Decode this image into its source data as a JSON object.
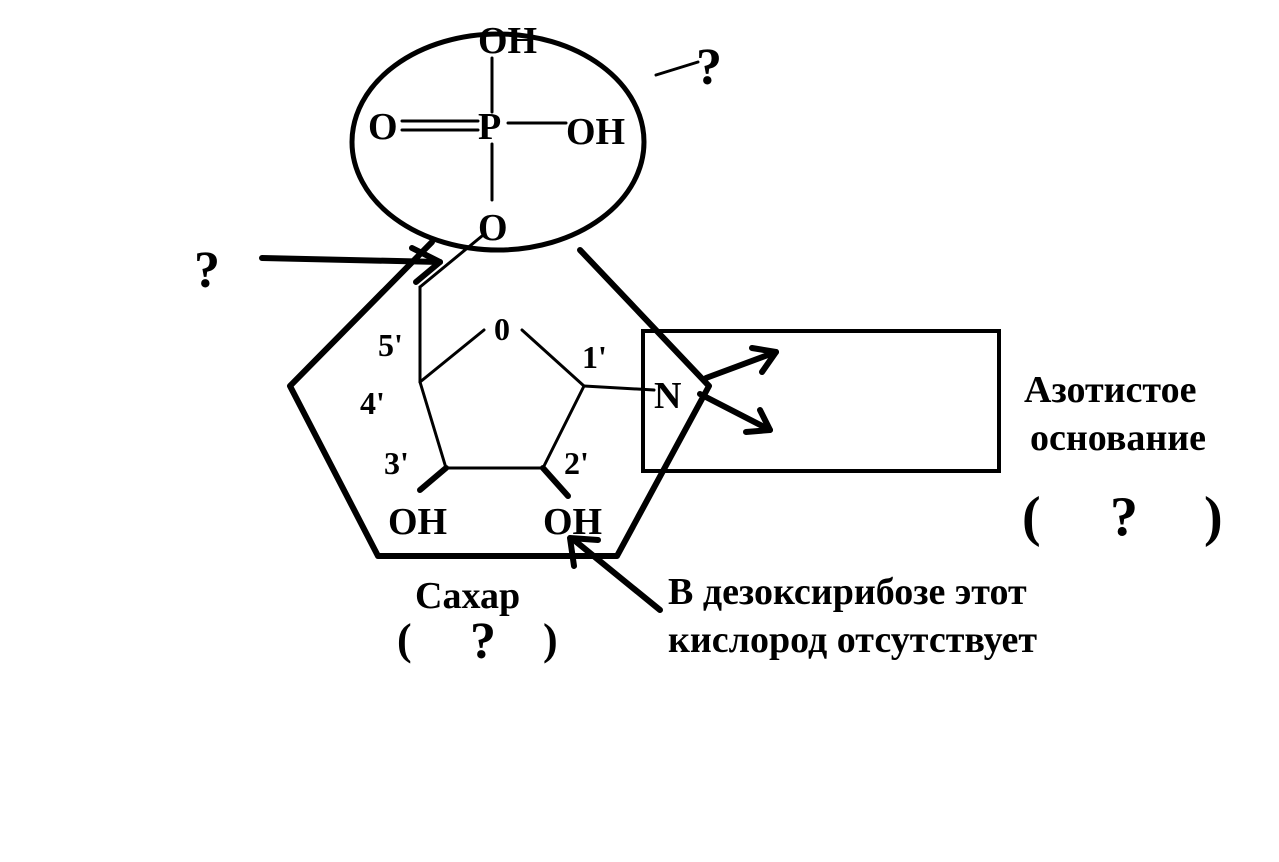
{
  "phosphate": {
    "oh_top": "OH",
    "o_left": "O",
    "p": "P",
    "oh_right": "OH",
    "o_bottom": "O",
    "question": "?"
  },
  "link": {
    "question": "?"
  },
  "sugar": {
    "ring_oxygen": "0",
    "pos_1": "1'",
    "pos_2": "2'",
    "pos_3": "3'",
    "pos_4": "4'",
    "pos_5": "5'",
    "oh_3": "OH",
    "oh_2": "OH",
    "label": "Сахар",
    "paren_open": "(",
    "question": "?",
    "paren_close": ")"
  },
  "base": {
    "nitrogen": "N",
    "label_line1": "Азотистое",
    "label_line2": "основание",
    "paren_open": "(",
    "question": "?",
    "paren_close": ")"
  },
  "note": {
    "line1": "В дезоксирибозе этот",
    "line2": "кислород отсутствует"
  },
  "colors": {
    "ink": "#000000",
    "background": "#ffffff"
  }
}
